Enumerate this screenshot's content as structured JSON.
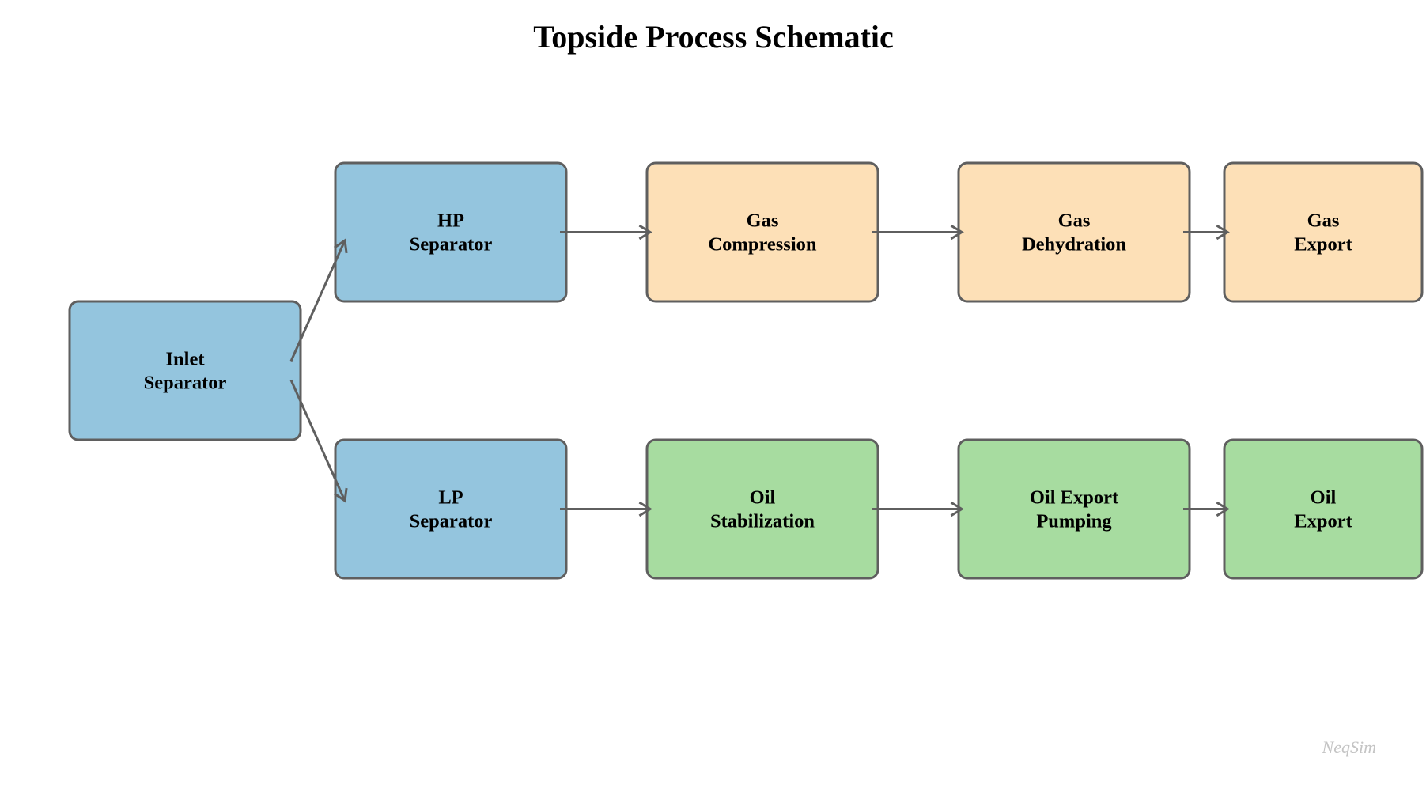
{
  "diagram": {
    "title": "Topside Process Schematic",
    "watermark": "NeqSim",
    "colors": {
      "separator": "#94c5de",
      "gas": "#fde0b7",
      "oil": "#a7dca0",
      "stroke": "#5f5f5f"
    },
    "nodes": [
      {
        "id": "inlet-separator",
        "lines": [
          "Inlet",
          "Separator"
        ],
        "group": "separator"
      },
      {
        "id": "hp-separator",
        "lines": [
          "HP",
          "Separator"
        ],
        "group": "separator"
      },
      {
        "id": "lp-separator",
        "lines": [
          "LP",
          "Separator"
        ],
        "group": "separator"
      },
      {
        "id": "gas-compression",
        "lines": [
          "Gas",
          "Compression"
        ],
        "group": "gas"
      },
      {
        "id": "gas-dehydration",
        "lines": [
          "Gas",
          "Dehydration"
        ],
        "group": "gas"
      },
      {
        "id": "gas-export",
        "lines": [
          "Gas",
          "Export"
        ],
        "group": "gas"
      },
      {
        "id": "oil-stabilization",
        "lines": [
          "Oil",
          "Stabilization"
        ],
        "group": "oil"
      },
      {
        "id": "oil-export-pumping",
        "lines": [
          "Oil Export",
          "Pumping"
        ],
        "group": "oil"
      },
      {
        "id": "oil-export",
        "lines": [
          "Oil",
          "Export"
        ],
        "group": "oil"
      }
    ],
    "edges": [
      {
        "from": "inlet-separator",
        "to": "hp-separator"
      },
      {
        "from": "inlet-separator",
        "to": "lp-separator"
      },
      {
        "from": "hp-separator",
        "to": "gas-compression"
      },
      {
        "from": "gas-compression",
        "to": "gas-dehydration"
      },
      {
        "from": "gas-dehydration",
        "to": "gas-export"
      },
      {
        "from": "lp-separator",
        "to": "oil-stabilization"
      },
      {
        "from": "oil-stabilization",
        "to": "oil-export-pumping"
      },
      {
        "from": "oil-export-pumping",
        "to": "oil-export"
      }
    ]
  }
}
